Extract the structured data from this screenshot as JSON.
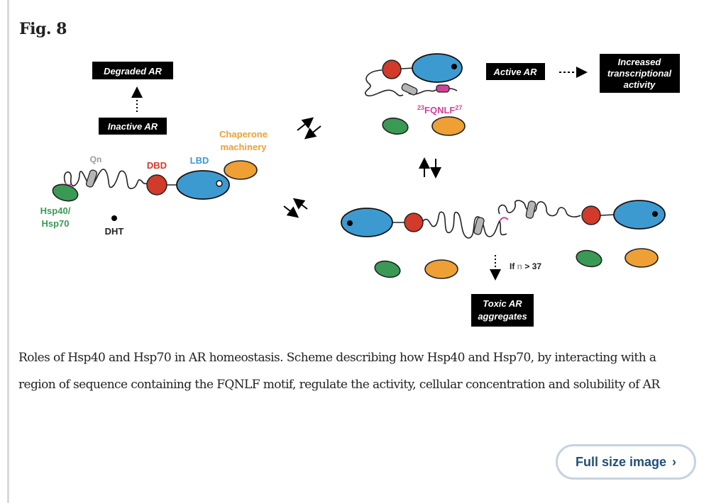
{
  "figure": {
    "title": "Fig. 8",
    "labels": {
      "degraded_ar": "Degraded AR",
      "inactive_ar": "Inactive AR",
      "active_ar": "Active AR",
      "increased_line1": "Increased",
      "increased_line2": "transcriptional",
      "increased_line3": "activity",
      "toxic_line1": "Toxic AR",
      "toxic_line2": "aggregates",
      "chaperone_line1": "Chaperone",
      "chaperone_line2": "machinery",
      "qn": "Qn",
      "dbd": "DBD",
      "lbd": "LBD",
      "hsp_line1": "Hsp40/",
      "hsp_line2": "Hsp70",
      "dht": "DHT",
      "motif_start": "23",
      "motif": "FQNLF",
      "motif_end": "27",
      "condition_prefix": "If ",
      "condition_n": "n",
      "condition_suffix": " > 37"
    },
    "colors": {
      "hsp": "#3a9a55",
      "chaperone": "#eea035",
      "dbd": "#d23a2a",
      "lbd": "#3d9ad1",
      "motif": "#d3409a",
      "qn": "#9a9a9a"
    }
  },
  "caption": "Roles of Hsp40 and Hsp70 in AR homeostasis. Scheme describing how Hsp40 and Hsp70, by interacting with a region of sequence containing the FQNLF motif, regulate the activity, cellular concentration and solubility of AR",
  "button": {
    "label": "Full size image",
    "chevron": "›"
  }
}
